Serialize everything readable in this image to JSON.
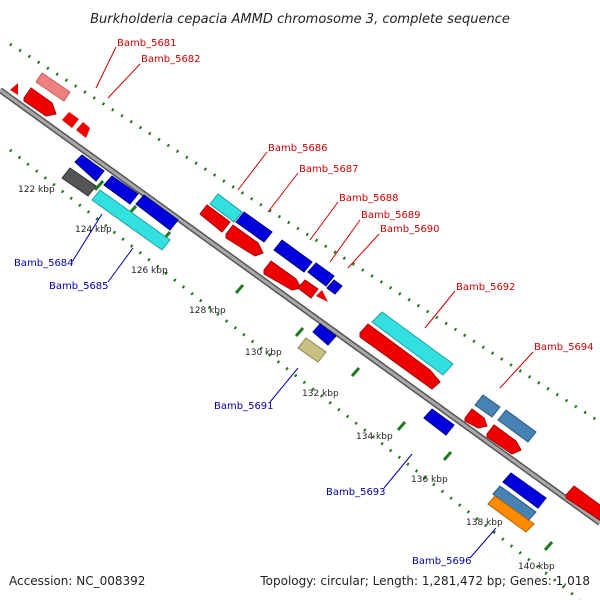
{
  "title": "Burkholderia cepacia AMMD chromosome 3, complete sequence",
  "footer": {
    "accession": "Accession: NC_008392",
    "summary": "Topology: circular; Length: 1,281,472 bp; Genes: 1,018"
  },
  "colors": {
    "backbone": "#8c8c8c",
    "tick": "#1f7a1f",
    "label_upper": "#cc0000",
    "label_lower": "#0000aa"
  },
  "ticks": [
    "122 kbp",
    "124 kbp",
    "126 kbp",
    "128 kbp",
    "130 kbp",
    "132 kbp",
    "134 kbp",
    "136 kbp",
    "138 kbp",
    "140 kbp"
  ],
  "labels_upper": [
    "Bamb_5681",
    "Bamb_5682",
    "Bamb_5686",
    "Bamb_5687",
    "Bamb_5688",
    "Bamb_5689",
    "Bamb_5690",
    "Bamb_5692",
    "Bamb_5694"
  ],
  "labels_lower": [
    "Bamb_5684",
    "Bamb_5685",
    "Bamb_5691",
    "Bamb_5693",
    "Bamb_5696"
  ]
}
